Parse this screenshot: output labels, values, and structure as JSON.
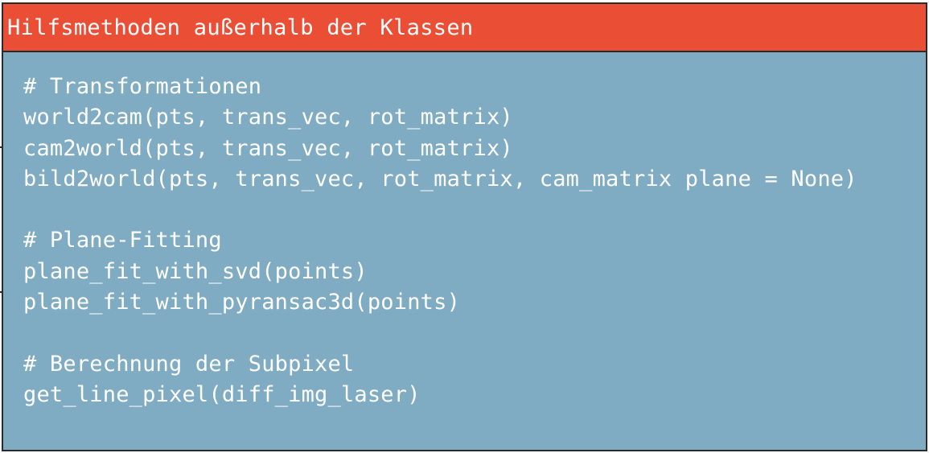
{
  "box": {
    "title": "Hilfsmethoden außerhalb der Klassen",
    "lines": [
      "# Transformationen",
      "world2cam(pts, trans_vec, rot_matrix)",
      "cam2world(pts, trans_vec, rot_matrix)",
      "bild2world(pts, trans_vec, rot_matrix, cam_matrix plane = None)",
      "",
      "# Plane-Fitting",
      "plane_fit_with_svd(points)",
      "plane_fit_with_pyransac3d(points)",
      "",
      "# Berechnung der Subpixel",
      "get_line_pixel(diff_img_laser)"
    ]
  },
  "colors": {
    "header_background": "#ea4f36",
    "body_background": "#7facc2",
    "border": "#2b2b2b",
    "text": "#ffffff"
  }
}
